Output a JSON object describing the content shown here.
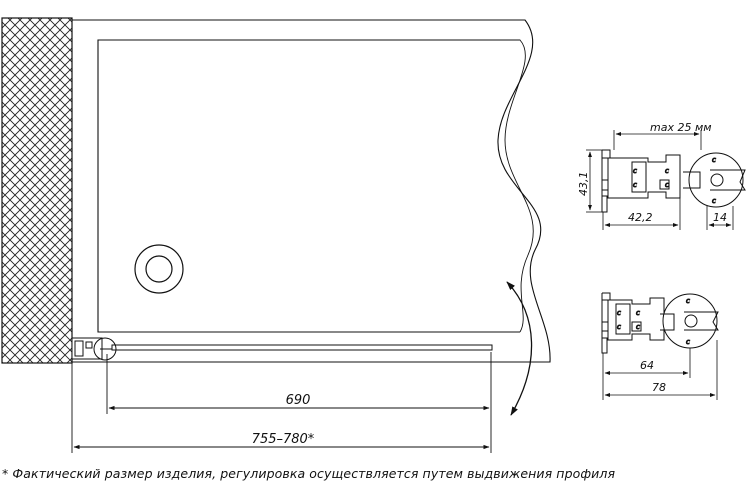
{
  "main_view": {
    "dim_door": "690",
    "dim_total": "755–780*"
  },
  "profile_detail_top": {
    "dim_max_gap": "max 25 мм",
    "dim_height": "43,1",
    "dim_depth": "42,2",
    "dim_hinge": "14"
  },
  "profile_detail_bottom": {
    "dim_inner": "64",
    "dim_outer": "78"
  },
  "footnote": "* Фактический размер изделия, регулировка осуществляется путем выдвижения профиля"
}
